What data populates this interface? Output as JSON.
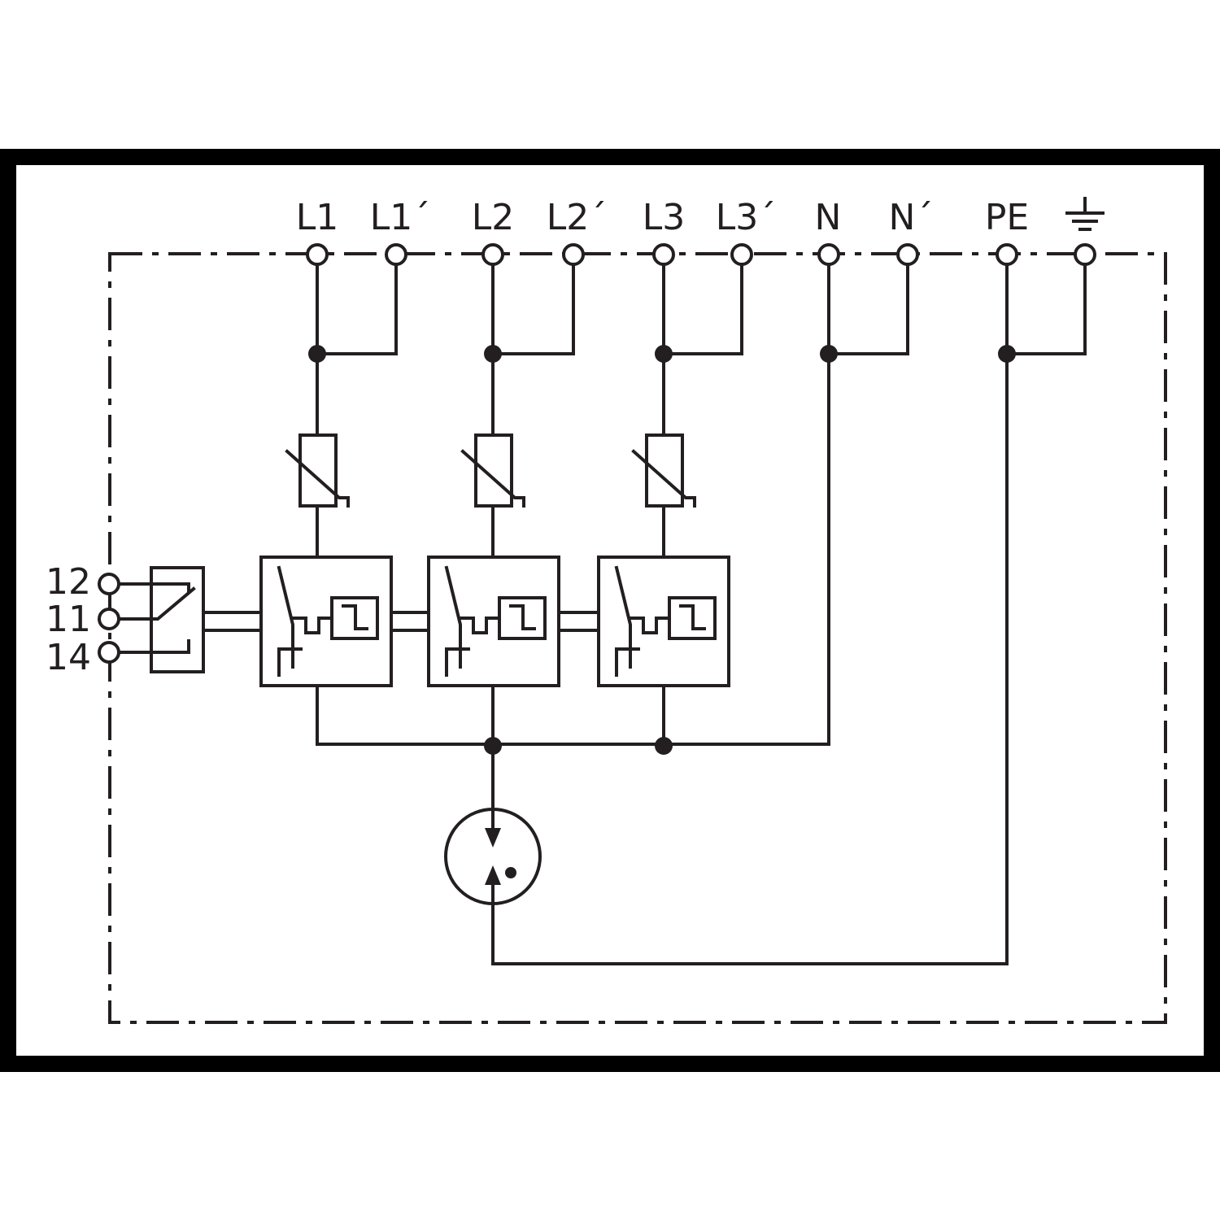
{
  "diagram": {
    "top_terminals": [
      "L1",
      "L1´",
      "L2",
      "L2´",
      "L3",
      "L3´",
      "N",
      "N´",
      "PE",
      "⏚"
    ],
    "relay_terminals": [
      "12",
      "11",
      "14"
    ],
    "components": {
      "varistors": [
        "varistor-l1",
        "varistor-l2",
        "varistor-l3"
      ],
      "disconnectors": [
        "thermal-disconnector-1",
        "thermal-disconnector-2",
        "thermal-disconnector-3"
      ],
      "spark_gap": "spark-gap"
    },
    "colors": {
      "line": "#231f20",
      "background": "#ffffff"
    }
  }
}
